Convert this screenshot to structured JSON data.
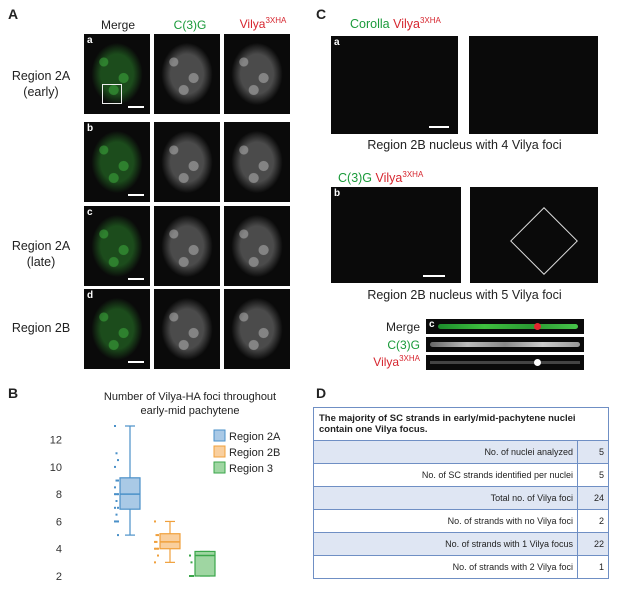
{
  "panelA": {
    "letter": "A",
    "col_headers": {
      "merge": "Merge",
      "c3g": "C(3)G",
      "vilya": "Vilya",
      "vilya_sup": "3XHA"
    },
    "rows": [
      {
        "label_line1": "Region 2A",
        "label_line2": "(early)",
        "sub": "a"
      },
      {
        "label_line1": "",
        "label_line2": "",
        "sub": "b"
      },
      {
        "label_line1": "Region 2A",
        "label_line2": "(late)",
        "sub": "c"
      },
      {
        "label_line1": "Region 2B",
        "label_line2": "",
        "sub": "d"
      }
    ]
  },
  "panelB": {
    "letter": "B",
    "chart_data": {
      "type": "box",
      "title": "Number of Vilya-HA foci throughout early-mid pachytene",
      "title_line1": "Number of Vilya-HA foci throughout",
      "title_line2": "early-mid pachytene",
      "y_ticks": [
        "2",
        "4",
        "6",
        "8",
        "10",
        "12"
      ],
      "ylim": [
        2,
        13
      ],
      "series": [
        {
          "name": "Region 2A",
          "color": "#4a90c8",
          "fill": "#a9c9e6",
          "min": 5,
          "q1": 6.9,
          "median": 8,
          "q3": 9.2,
          "max": 13
        },
        {
          "name": "Region 2B",
          "color": "#f0a03c",
          "fill": "#f9cf9e",
          "min": 3,
          "q1": 4.0,
          "median": 4.5,
          "q3": 5.1,
          "max": 6
        },
        {
          "name": "Region 3",
          "color": "#3aa64a",
          "fill": "#9fd6a2",
          "min": 2,
          "q1": 2,
          "median": 3.5,
          "q3": 3.8,
          "max": 3.8
        }
      ],
      "points": [
        {
          "group": 0,
          "values": [
            13,
            11,
            10.5,
            10,
            9,
            9,
            8.5,
            8,
            8,
            8,
            7.5,
            7,
            7,
            6.5,
            6,
            6,
            6,
            5
          ]
        },
        {
          "group": 1,
          "values": [
            6,
            5,
            5,
            4.5,
            4.5,
            4,
            4,
            4,
            3.5,
            3
          ]
        },
        {
          "group": 2,
          "values": [
            3.5,
            3,
            2,
            2,
            2
          ]
        }
      ]
    }
  },
  "panelC": {
    "letter": "C",
    "a": {
      "sub": "a",
      "title_green": "Corolla",
      "title_red": "Vilya",
      "title_sup": "3XHA",
      "caption": "Region 2B nucleus with 4 Vilya foci"
    },
    "b": {
      "sub": "b",
      "title_green": "C(3)G",
      "title_red": "Vilya",
      "title_sup": "3XHA",
      "caption": "Region 2B nucleus with 5 Vilya foci"
    },
    "c": {
      "sub": "c",
      "label_merge": "Merge",
      "label_c3g": "C(3)G",
      "label_vilya": "Vilya",
      "label_sup": "3XHA"
    }
  },
  "panelD": {
    "letter": "D",
    "header": "The majority of SC strands in early/mid-pachytene nuclei contain one Vilya focus.",
    "rows": [
      {
        "label": "No. of nuclei analyzed",
        "value": "5"
      },
      {
        "label": "No. of SC strands identified per nuclei",
        "value": "5"
      },
      {
        "label": "Total no. of Vilya foci",
        "value": "24"
      },
      {
        "label": "No. of strands with no Vilya foci",
        "value": "2"
      },
      {
        "label": "No. of strands with 1 Vilya focus",
        "value": "22"
      },
      {
        "label": "No. of strands with 2 Vilya foci",
        "value": "1"
      }
    ],
    "colors": {
      "border": "#6f8fc4",
      "shaded": "#dfe6f3"
    }
  }
}
